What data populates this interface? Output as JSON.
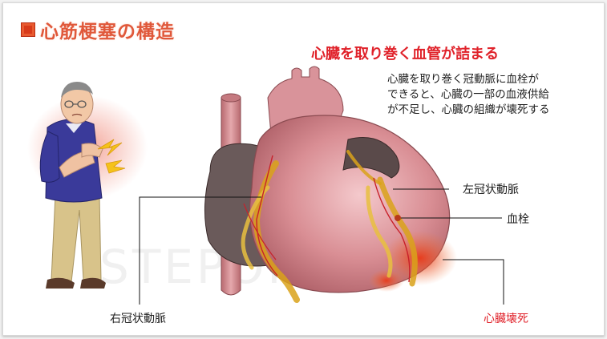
{
  "title": "心筋梗塞の構造",
  "subtitle": "心臓を取り巻く血管が詰まる",
  "description_lines": [
    "心臓を取り巻く冠動脈に血栓が",
    "できると、心臓の一部の血液供給",
    "が不足し、心臓の組織が壊死する"
  ],
  "labels": {
    "left_coronary": "左冠状動脈",
    "thrombus": "血栓",
    "right_coronary": "右冠状動脈",
    "necrosis": "心臓壊死"
  },
  "watermark": "STEPONE",
  "colors": {
    "title": "#e0583a",
    "subtitle": "#e0222a",
    "necrosis_label": "#e0222a",
    "heart": "#d98e94",
    "artery": "#d9a21a"
  }
}
